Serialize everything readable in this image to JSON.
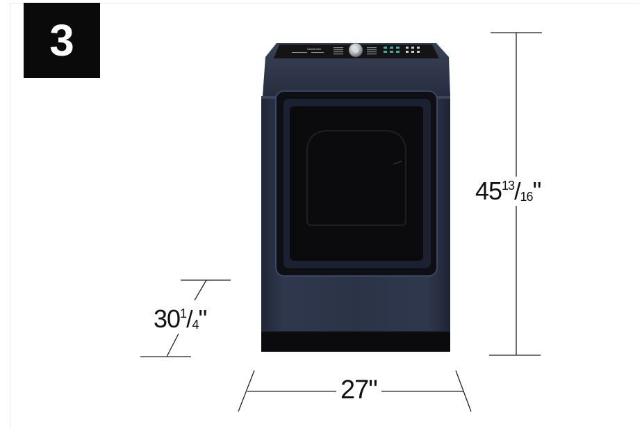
{
  "badge": {
    "number": "3"
  },
  "dimensions": {
    "height": {
      "whole": "45",
      "num": "13",
      "den": "16",
      "unit": "\""
    },
    "depth": {
      "whole": "30",
      "num": "1",
      "den": "4",
      "unit": "\""
    },
    "width": {
      "whole": "27",
      "unit": "\""
    }
  },
  "product": {
    "brand_logo": "SAMSUNG",
    "body_color": "#2a3246",
    "door_color": "#0e0f12",
    "control_panel_color": "#151515"
  }
}
